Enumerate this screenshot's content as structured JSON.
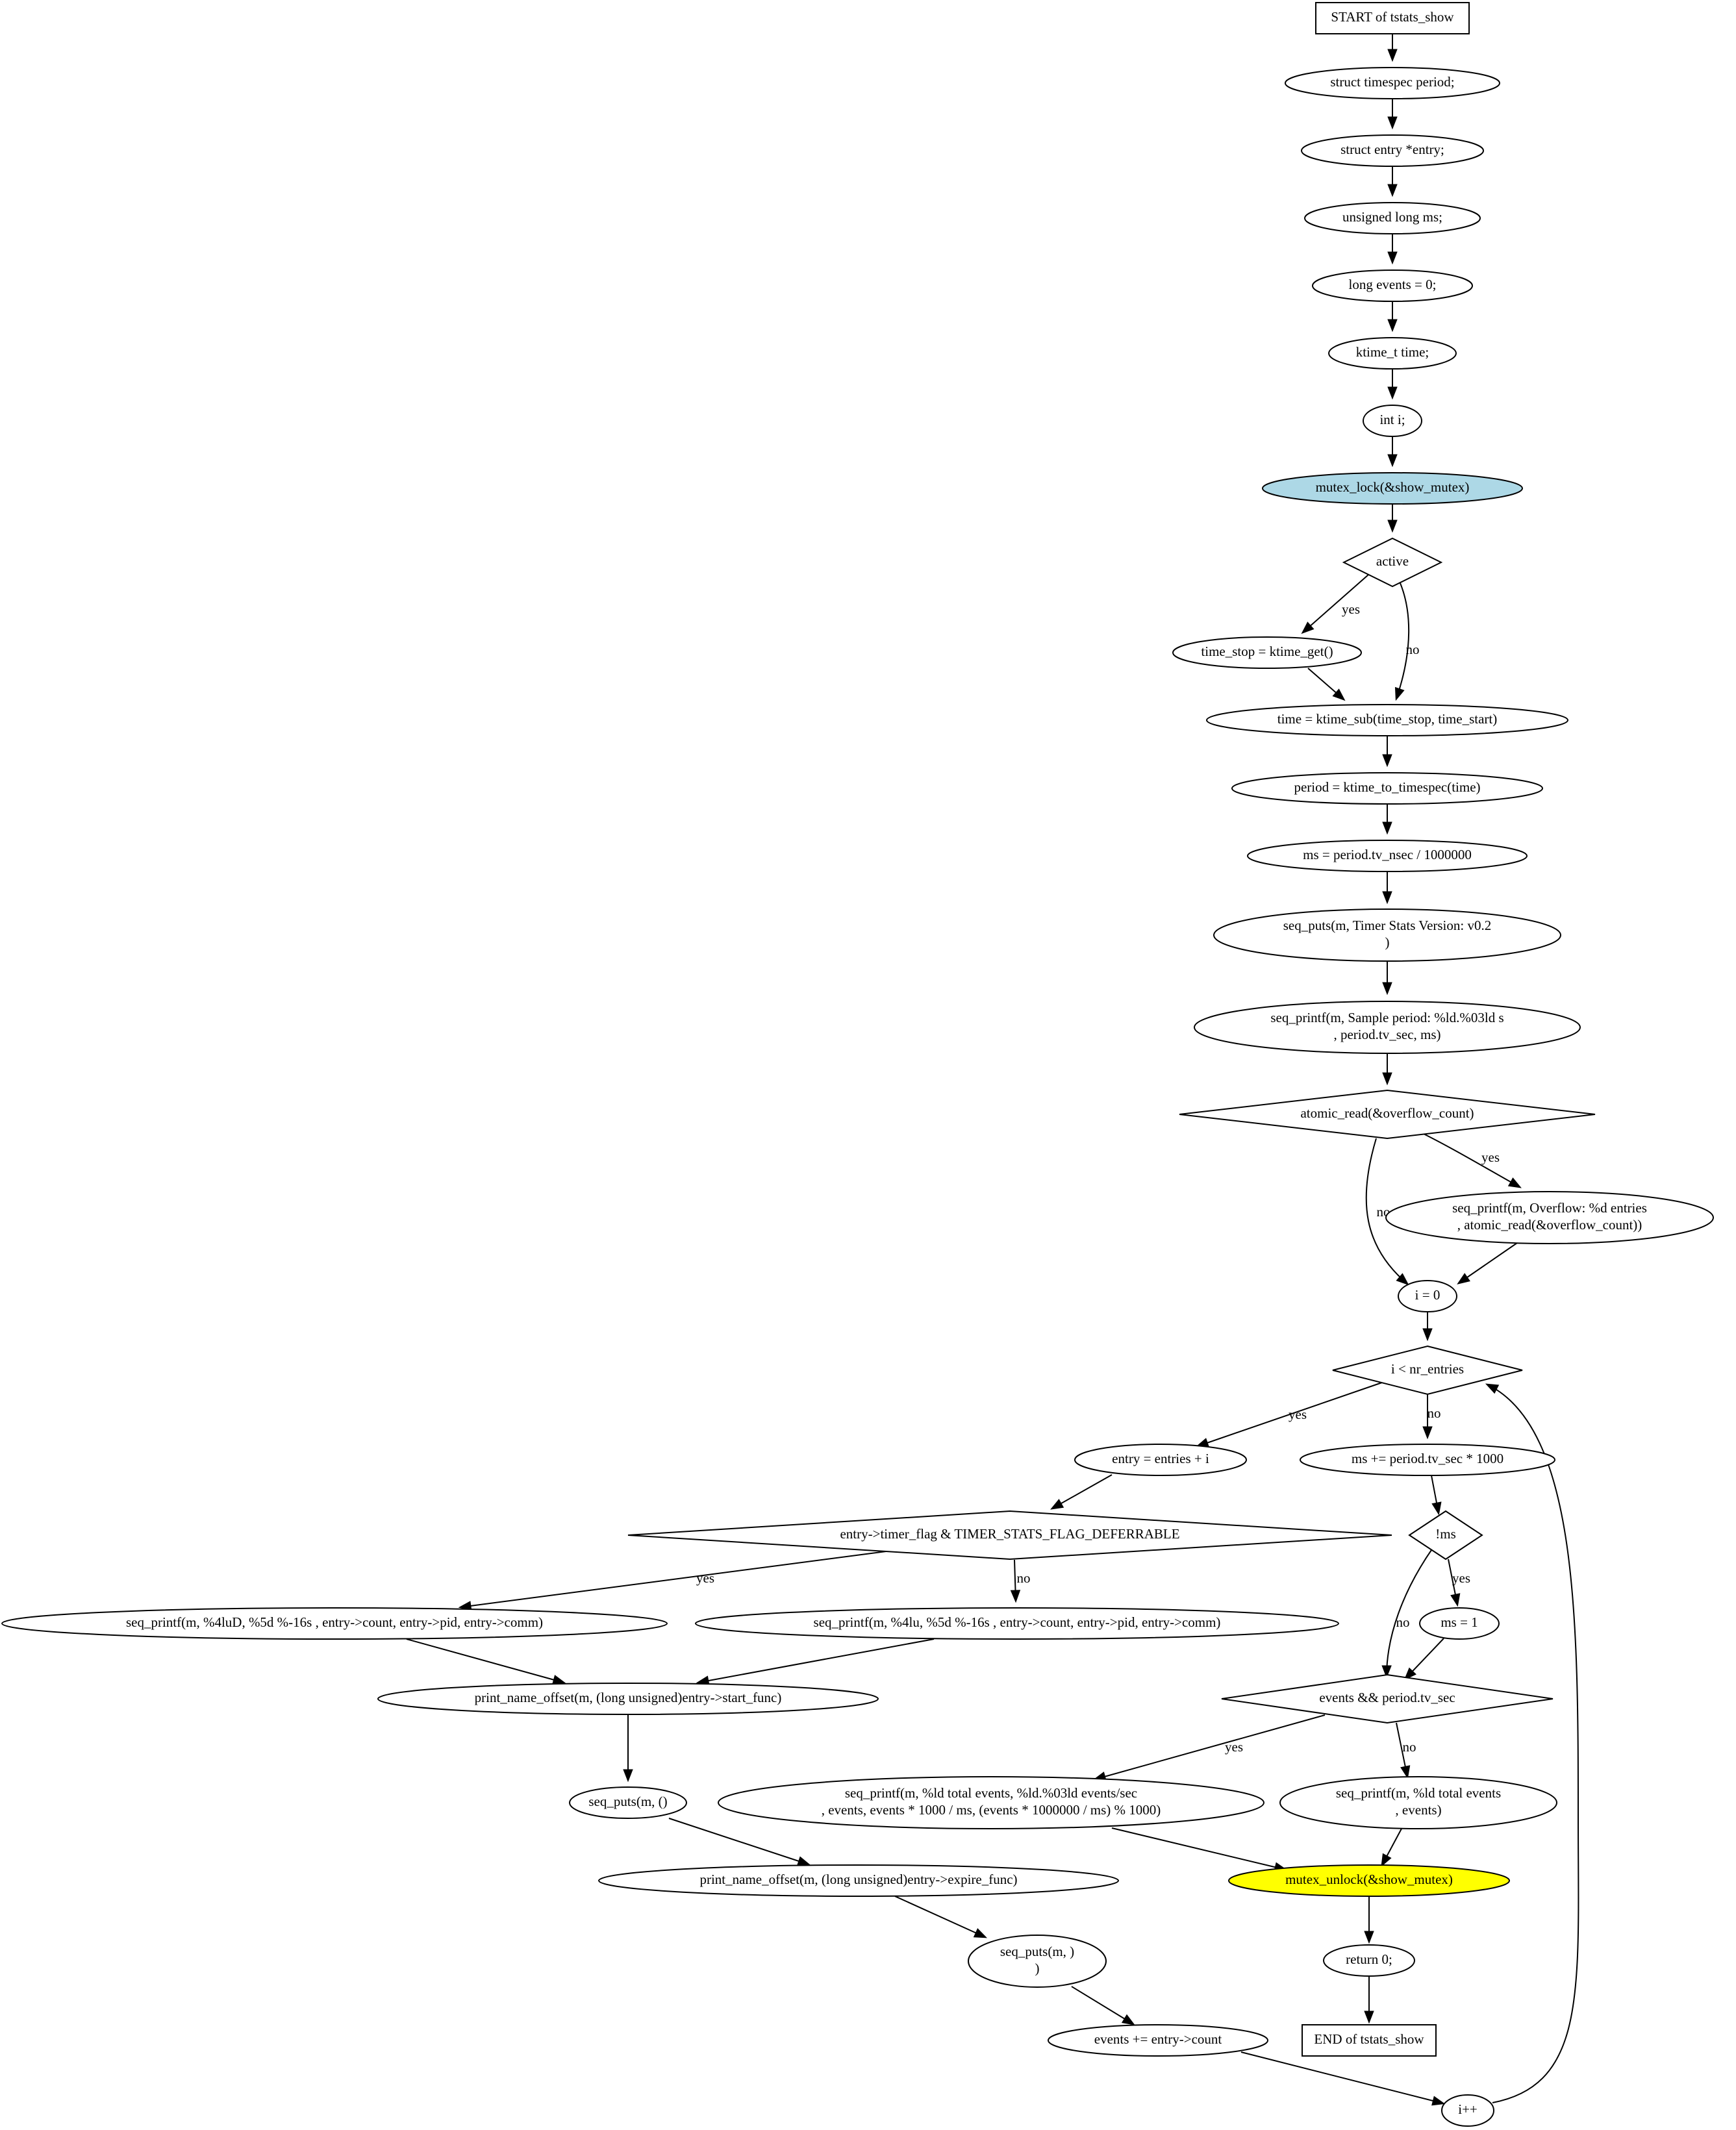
{
  "colors": {
    "background": "#ffffff",
    "stroke": "#000000",
    "mutex_lock_fill": "#add8e6",
    "mutex_unlock_fill": "#ffff00"
  },
  "nodes": [
    {
      "id": "start",
      "shape": "box",
      "lines": [
        "START of tstats_show"
      ]
    },
    {
      "id": "n_period",
      "shape": "ellipse",
      "lines": [
        "struct timespec period;"
      ]
    },
    {
      "id": "n_entry",
      "shape": "ellipse",
      "lines": [
        "struct entry *entry;"
      ]
    },
    {
      "id": "n_ms",
      "shape": "ellipse",
      "lines": [
        "unsigned long ms;"
      ]
    },
    {
      "id": "n_events",
      "shape": "ellipse",
      "lines": [
        "long events = 0;"
      ]
    },
    {
      "id": "n_time",
      "shape": "ellipse",
      "lines": [
        "ktime_t time;"
      ]
    },
    {
      "id": "n_int",
      "shape": "ellipse",
      "lines": [
        "int i;"
      ]
    },
    {
      "id": "n_lock",
      "shape": "ellipse",
      "fill": "mutex_lock_fill",
      "lines": [
        "mutex_lock(&show_mutex)"
      ]
    },
    {
      "id": "d_active",
      "shape": "diamond",
      "lines": [
        "active"
      ]
    },
    {
      "id": "n_tstop",
      "shape": "ellipse",
      "lines": [
        "time_stop = ktime_get()"
      ]
    },
    {
      "id": "n_tsub",
      "shape": "ellipse",
      "lines": [
        "time = ktime_sub(time_stop, time_start)"
      ]
    },
    {
      "id": "n_tospec",
      "shape": "ellipse",
      "lines": [
        "period = ktime_to_timespec(time)"
      ]
    },
    {
      "id": "n_msdiv",
      "shape": "ellipse",
      "lines": [
        "ms = period.tv_nsec / 1000000"
      ]
    },
    {
      "id": "n_puts_ver",
      "shape": "ellipse",
      "lines": [
        "seq_puts(m, Timer Stats Version: v0.2",
        ")"
      ]
    },
    {
      "id": "n_printf_sample",
      "shape": "ellipse",
      "lines": [
        "seq_printf(m, Sample period: %ld.%03ld s",
        ", period.tv_sec, ms)"
      ]
    },
    {
      "id": "d_overflow",
      "shape": "diamond",
      "lines": [
        "atomic_read(&overflow_count)"
      ]
    },
    {
      "id": "n_printf_overflow",
      "shape": "ellipse",
      "lines": [
        "seq_printf(m, Overflow: %d entries",
        ", atomic_read(&overflow_count))"
      ]
    },
    {
      "id": "n_i0",
      "shape": "ellipse",
      "lines": [
        "i = 0"
      ]
    },
    {
      "id": "d_loop",
      "shape": "diamond",
      "lines": [
        "i < nr_entries"
      ]
    },
    {
      "id": "n_entry_assign",
      "shape": "ellipse",
      "lines": [
        "entry = entries + i"
      ]
    },
    {
      "id": "n_ms_add",
      "shape": "ellipse",
      "lines": [
        "ms += period.tv_sec * 1000"
      ]
    },
    {
      "id": "d_deferrable",
      "shape": "diamond",
      "lines": [
        "entry->timer_flag & TIMER_STATS_FLAG_DEFERRABLE"
      ]
    },
    {
      "id": "d_notms",
      "shape": "diamond",
      "lines": [
        "!ms"
      ]
    },
    {
      "id": "n_printf_d",
      "shape": "ellipse",
      "lines": [
        "seq_printf(m, %4luD, %5d %-16s , entry->count, entry->pid, entry->comm)"
      ]
    },
    {
      "id": "n_printf_nd",
      "shape": "ellipse",
      "lines": [
        "seq_printf(m,  %4lu, %5d %-16s , entry->count, entry->pid, entry->comm)"
      ]
    },
    {
      "id": "n_ms1",
      "shape": "ellipse",
      "lines": [
        "ms = 1"
      ]
    },
    {
      "id": "n_pno_start",
      "shape": "ellipse",
      "lines": [
        "print_name_offset(m, (long unsigned)entry->start_func)"
      ]
    },
    {
      "id": "d_events",
      "shape": "diamond",
      "lines": [
        "events && period.tv_sec"
      ]
    },
    {
      "id": "n_puts_paren",
      "shape": "ellipse",
      "lines": [
        "seq_puts(m,  ()"
      ]
    },
    {
      "id": "n_printf_total_rate",
      "shape": "ellipse",
      "lines": [
        "seq_printf(m, %ld total events, %ld.%03ld events/sec",
        ", events, events * 1000 / ms, (events * 1000000 / ms) % 1000)"
      ]
    },
    {
      "id": "n_printf_total",
      "shape": "ellipse",
      "lines": [
        "seq_printf(m, %ld total events",
        ", events)"
      ]
    },
    {
      "id": "n_pno_expire",
      "shape": "ellipse",
      "lines": [
        "print_name_offset(m, (long unsigned)entry->expire_func)"
      ]
    },
    {
      "id": "n_unlock",
      "shape": "ellipse",
      "fill": "mutex_unlock_fill",
      "lines": [
        "mutex_unlock(&show_mutex)"
      ]
    },
    {
      "id": "n_puts_close",
      "shape": "ellipse",
      "lines": [
        "seq_puts(m, )",
        ")"
      ]
    },
    {
      "id": "n_return",
      "shape": "ellipse",
      "lines": [
        "return 0;"
      ]
    },
    {
      "id": "n_events_add",
      "shape": "ellipse",
      "lines": [
        "events += entry->count"
      ]
    },
    {
      "id": "end",
      "shape": "box",
      "lines": [
        "END of tstats_show"
      ]
    },
    {
      "id": "n_inc",
      "shape": "ellipse",
      "lines": [
        "i++"
      ]
    }
  ],
  "edges": [
    {
      "from": "start",
      "to": "n_period",
      "label": ""
    },
    {
      "from": "n_period",
      "to": "n_entry",
      "label": ""
    },
    {
      "from": "n_entry",
      "to": "n_ms",
      "label": ""
    },
    {
      "from": "n_ms",
      "to": "n_events",
      "label": ""
    },
    {
      "from": "n_events",
      "to": "n_time",
      "label": ""
    },
    {
      "from": "n_time",
      "to": "n_int",
      "label": ""
    },
    {
      "from": "n_int",
      "to": "n_lock",
      "label": ""
    },
    {
      "from": "n_lock",
      "to": "d_active",
      "label": ""
    },
    {
      "from": "d_active",
      "to": "n_tstop",
      "label": "yes"
    },
    {
      "from": "d_active",
      "to": "n_tsub",
      "label": "no"
    },
    {
      "from": "n_tstop",
      "to": "n_tsub",
      "label": ""
    },
    {
      "from": "n_tsub",
      "to": "n_tospec",
      "label": ""
    },
    {
      "from": "n_tospec",
      "to": "n_msdiv",
      "label": ""
    },
    {
      "from": "n_msdiv",
      "to": "n_puts_ver",
      "label": ""
    },
    {
      "from": "n_puts_ver",
      "to": "n_printf_sample",
      "label": ""
    },
    {
      "from": "n_printf_sample",
      "to": "d_overflow",
      "label": ""
    },
    {
      "from": "d_overflow",
      "to": "n_printf_overflow",
      "label": "yes"
    },
    {
      "from": "d_overflow",
      "to": "n_i0",
      "label": "no"
    },
    {
      "from": "n_printf_overflow",
      "to": "n_i0",
      "label": ""
    },
    {
      "from": "n_i0",
      "to": "d_loop",
      "label": ""
    },
    {
      "from": "d_loop",
      "to": "n_entry_assign",
      "label": "yes"
    },
    {
      "from": "d_loop",
      "to": "n_ms_add",
      "label": "no"
    },
    {
      "from": "n_entry_assign",
      "to": "d_deferrable",
      "label": ""
    },
    {
      "from": "d_deferrable",
      "to": "n_printf_d",
      "label": "yes"
    },
    {
      "from": "d_deferrable",
      "to": "n_printf_nd",
      "label": "no"
    },
    {
      "from": "n_printf_d",
      "to": "n_pno_start",
      "label": ""
    },
    {
      "from": "n_printf_nd",
      "to": "n_pno_start",
      "label": ""
    },
    {
      "from": "n_pno_start",
      "to": "n_puts_paren",
      "label": ""
    },
    {
      "from": "n_puts_paren",
      "to": "n_pno_expire",
      "label": ""
    },
    {
      "from": "n_pno_expire",
      "to": "n_puts_close",
      "label": ""
    },
    {
      "from": "n_puts_close",
      "to": "n_events_add",
      "label": ""
    },
    {
      "from": "n_events_add",
      "to": "n_inc",
      "label": ""
    },
    {
      "from": "n_inc",
      "to": "d_loop",
      "label": ""
    },
    {
      "from": "n_ms_add",
      "to": "d_notms",
      "label": ""
    },
    {
      "from": "d_notms",
      "to": "n_ms1",
      "label": "yes"
    },
    {
      "from": "d_notms",
      "to": "d_events",
      "label": "no"
    },
    {
      "from": "n_ms1",
      "to": "d_events",
      "label": ""
    },
    {
      "from": "d_events",
      "to": "n_printf_total_rate",
      "label": "yes"
    },
    {
      "from": "d_events",
      "to": "n_printf_total",
      "label": "no"
    },
    {
      "from": "n_printf_total_rate",
      "to": "n_unlock",
      "label": ""
    },
    {
      "from": "n_printf_total",
      "to": "n_unlock",
      "label": ""
    },
    {
      "from": "n_unlock",
      "to": "n_return",
      "label": ""
    },
    {
      "from": "n_return",
      "to": "end",
      "label": ""
    }
  ]
}
